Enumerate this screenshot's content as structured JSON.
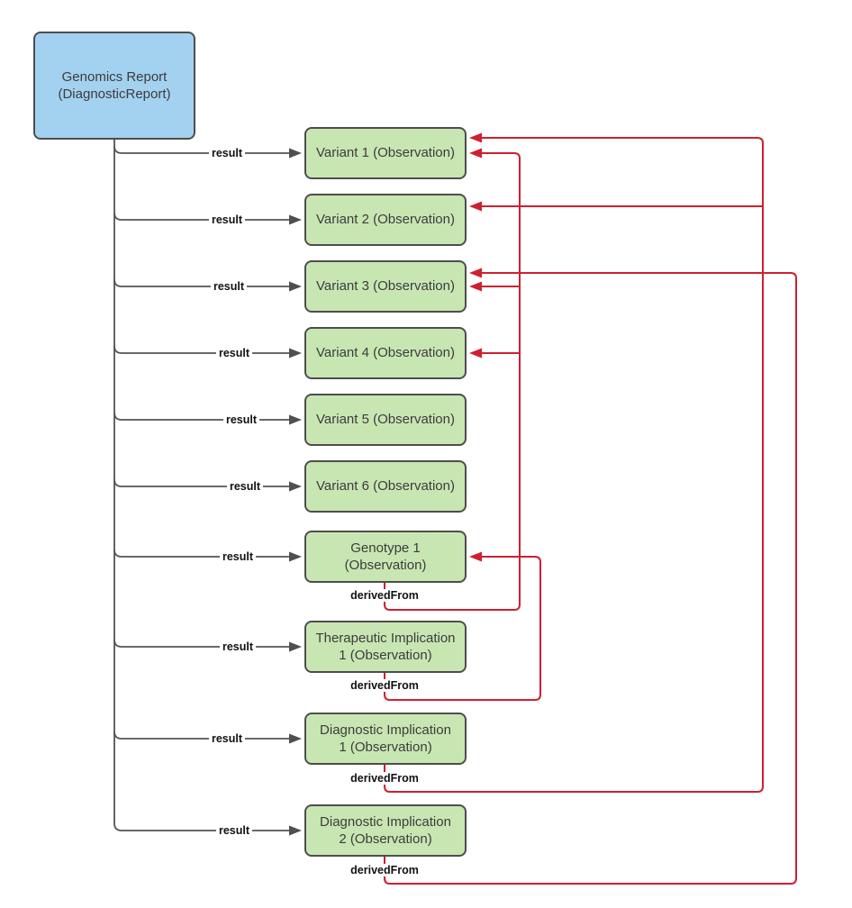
{
  "diagram": {
    "report": {
      "id": "genomics-report",
      "label": "Genomics Report\n(DiagnosticReport)"
    },
    "observations": [
      {
        "id": "variant-1",
        "label": "Variant 1 (Observation)"
      },
      {
        "id": "variant-2",
        "label": "Variant 2 (Observation)"
      },
      {
        "id": "variant-3",
        "label": "Variant 3 (Observation)"
      },
      {
        "id": "variant-4",
        "label": "Variant 4 (Observation)"
      },
      {
        "id": "variant-5",
        "label": "Variant 5 (Observation)"
      },
      {
        "id": "variant-6",
        "label": "Variant 6 (Observation)"
      },
      {
        "id": "genotype-1",
        "label": "Genotype 1\n(Observation)"
      },
      {
        "id": "therapeutic-implication-1",
        "label": "Therapeutic Implication\n1 (Observation)"
      },
      {
        "id": "diagnostic-implication-1",
        "label": "Diagnostic Implication\n1 (Observation)"
      },
      {
        "id": "diagnostic-implication-2",
        "label": "Diagnostic Implication\n2 (Observation)"
      }
    ],
    "edge_labels": {
      "result": "result",
      "derived_from": "derivedFrom"
    },
    "edges": {
      "result": [
        {
          "from": "genomics-report",
          "to": "variant-1"
        },
        {
          "from": "genomics-report",
          "to": "variant-2"
        },
        {
          "from": "genomics-report",
          "to": "variant-3"
        },
        {
          "from": "genomics-report",
          "to": "variant-4"
        },
        {
          "from": "genomics-report",
          "to": "variant-5"
        },
        {
          "from": "genomics-report",
          "to": "variant-6"
        },
        {
          "from": "genomics-report",
          "to": "genotype-1"
        },
        {
          "from": "genomics-report",
          "to": "therapeutic-implication-1"
        },
        {
          "from": "genomics-report",
          "to": "diagnostic-implication-1"
        },
        {
          "from": "genomics-report",
          "to": "diagnostic-implication-2"
        }
      ],
      "derived_from": [
        {
          "from": "genotype-1",
          "to": [
            "variant-1",
            "variant-3",
            "variant-4"
          ]
        },
        {
          "from": "therapeutic-implication-1",
          "to": [
            "genotype-1"
          ]
        },
        {
          "from": "diagnostic-implication-1",
          "to": [
            "variant-1",
            "variant-2"
          ]
        },
        {
          "from": "diagnostic-implication-2",
          "to": [
            "variant-3"
          ]
        }
      ]
    },
    "colors": {
      "report_fill": "#a3d1f0",
      "observation_fill": "#c8e6b2",
      "node_border": "#4d4d4d",
      "result_line": "#545454",
      "derived_from_line": "#cf2030"
    }
  }
}
